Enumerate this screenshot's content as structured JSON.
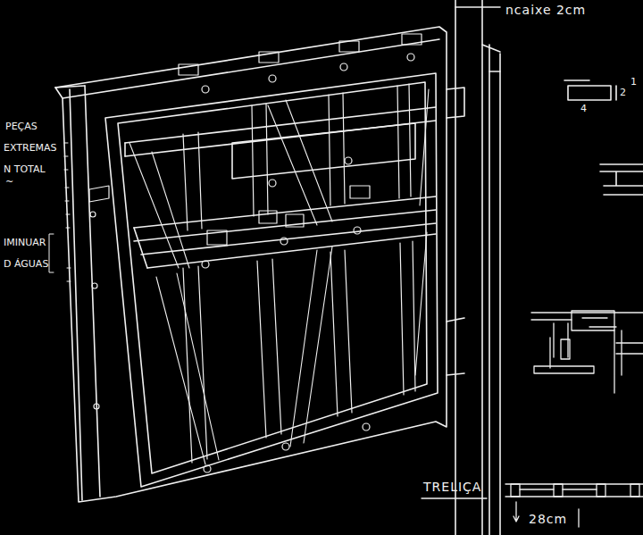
{
  "diagram": {
    "labels": [
      "ncaixe 2cm",
      "PEÇAS",
      "EXTREMAS",
      "N TOTAL",
      "~",
      "IMINUAR",
      "D ÁGUAS",
      "1",
      "2",
      "4",
      "TRELIÇA",
      "28cm"
    ]
  }
}
